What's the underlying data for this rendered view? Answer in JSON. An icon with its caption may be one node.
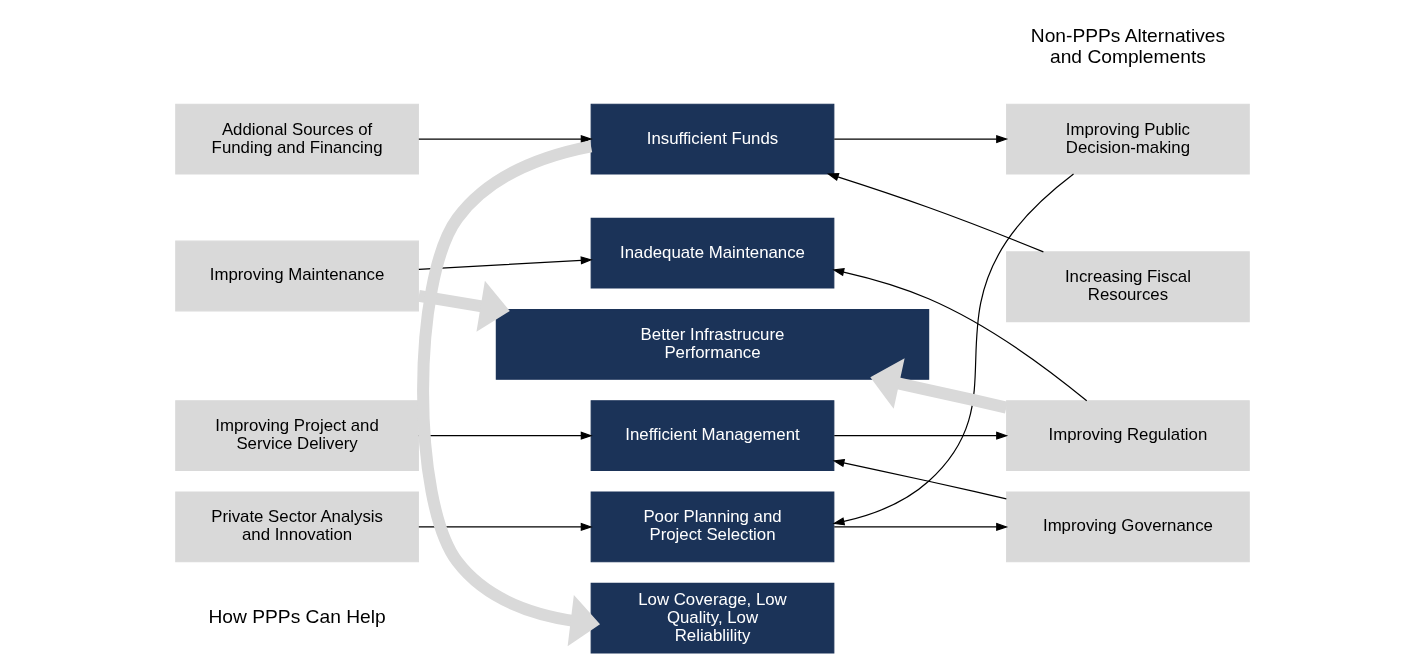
{
  "diagram": {
    "nodes": [
      {
        "text": [
          "Low Coverage, Low Quality, Low Reliablility"
        ]
      },
      {
        "text": [
          "Addional Sources of Funding and Financing"
        ]
      },
      {
        "text": [
          "Insufficient Funds"
        ]
      },
      {
        "text": [
          "Increasing Fiscal Resources"
        ]
      },
      {
        "text": [
          "Private Sector Analysis and Innovation"
        ]
      },
      {
        "text": [
          "Poor Planning and Project Selection"
        ]
      },
      {
        "text": [
          "Improving Public Decision-making"
        ]
      },
      {
        "text": [
          "Improving Project and Service Delivery"
        ]
      },
      {
        "text": [
          "Inefficient Management"
        ]
      },
      {
        "text": [
          "Improving Governance"
        ]
      },
      {
        "text": [
          "Improving Maintenance"
        ]
      },
      {
        "text": [
          "Inadequate Maintenance"
        ]
      },
      {
        "text": [
          "Improving Regulation"
        ]
      },
      {
        "text": [
          "Better Infrastrucure Performance"
        ]
      }
    ],
    "edges": [
      {
        "from": 2,
        "to": 0,
        "arrow": "to",
        "style": "thick",
        "color": "#d9d9d9"
      },
      {
        "from": 1,
        "to": 2,
        "arrow": "to"
      },
      {
        "from": 3,
        "to": 2,
        "arrow": "to"
      },
      {
        "from": 2,
        "to": 6,
        "arrow": "to"
      },
      {
        "from": 4,
        "to": 5,
        "arrow": "to"
      },
      {
        "from": 6,
        "to": 5,
        "arrow": "to"
      },
      {
        "from": 5,
        "to": 9,
        "arrow": "to"
      },
      {
        "from": 7,
        "to": 8,
        "arrow": "to"
      },
      {
        "from": 9,
        "to": 8,
        "arrow": "to"
      },
      {
        "from": 8,
        "to": 12,
        "arrow": "to"
      },
      {
        "from": 10,
        "to": 11,
        "arrow": "to"
      },
      {
        "from": 12,
        "to": 11,
        "arrow": "to"
      },
      {
        "from": 10,
        "to": 13,
        "arrow": "to",
        "style": "thick",
        "color": "#d9d9d9"
      },
      {
        "from": 12,
        "to": 13,
        "arrow": "to",
        "style": "thick",
        "color": "#d9d9d9"
      }
    ],
    "labels": [
      "How PPPs Can Help",
      "Non-PPPs Alternatives and Complements"
    ]
  }
}
